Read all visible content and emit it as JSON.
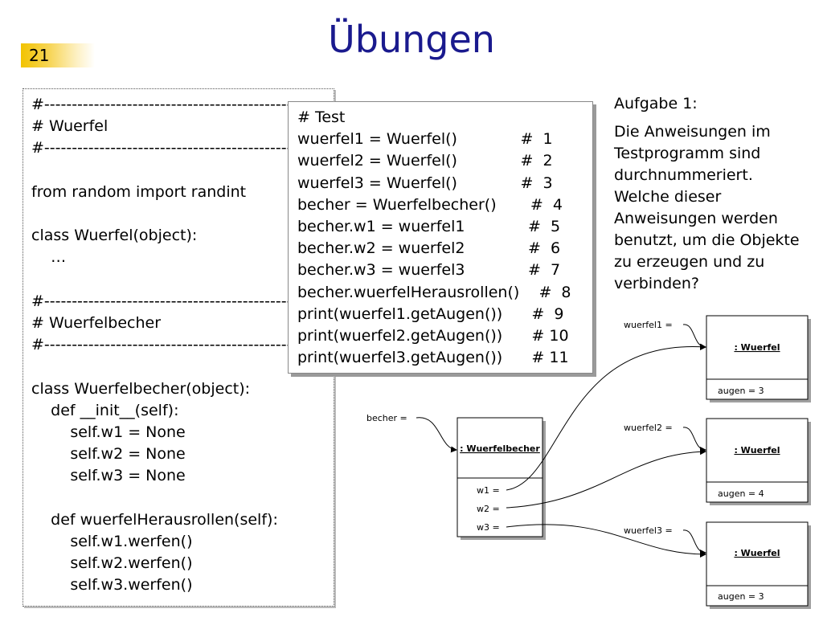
{
  "slide": {
    "number": "21",
    "title": "Übungen"
  },
  "left_code": "#----------------------------------------------\n# Wuerfel\n#----------------------------------------------\n\nfrom random import randint\n\nclass Wuerfel(object):\n    …\n\n#----------------------------------------------\n# Wuerfelbecher\n#----------------------------------------------\n\nclass Wuerfelbecher(object):\n    def __init__(self):\n        self.w1 = None\n        self.w2 = None\n        self.w3 = None\n\n    def wuerfelHerausrollen(self):\n        self.w1.werfen()\n        self.w2.werfen()\n        self.w3.werfen()",
  "test_code": "# Test\nwuerfel1 = Wuerfel()             #  1\nwuerfel2 = Wuerfel()             #  2\nwuerfel3 = Wuerfel()             #  3\nbecher = Wuerfelbecher()       #  4\nbecher.w1 = wuerfel1             #  5\nbecher.w2 = wuerfel2             #  6\nbecher.w3 = wuerfel3             #  7\nbecher.wuerfelHerausrollen()    #  8\nprint(wuerfel1.getAugen())      #  9\nprint(wuerfel2.getAugen())      # 10\nprint(wuerfel3.getAugen())      # 11",
  "task": {
    "heading": "Aufgabe 1:",
    "text": "Die Anweisungen im Testprogramm sind durchnummeriert. Welche dieser Anweisungen werden benutzt, um die Objekte zu erzeugen und zu verbinden?"
  },
  "diagram": {
    "becher": {
      "var_label": "becher =",
      "class_label": ": Wuerfelbecher",
      "attributes": [
        "w1  =",
        "w2  =",
        "w3  ="
      ]
    },
    "wuerfel": [
      {
        "var_label": "wuerfel1 =",
        "class_label": ": Wuerfel",
        "attribute": "augen  =  3"
      },
      {
        "var_label": "wuerfel2 =",
        "class_label": ": Wuerfel",
        "attribute": "augen  =  4"
      },
      {
        "var_label": "wuerfel3 =",
        "class_label": ": Wuerfel",
        "attribute": "augen  =  3"
      }
    ]
  }
}
